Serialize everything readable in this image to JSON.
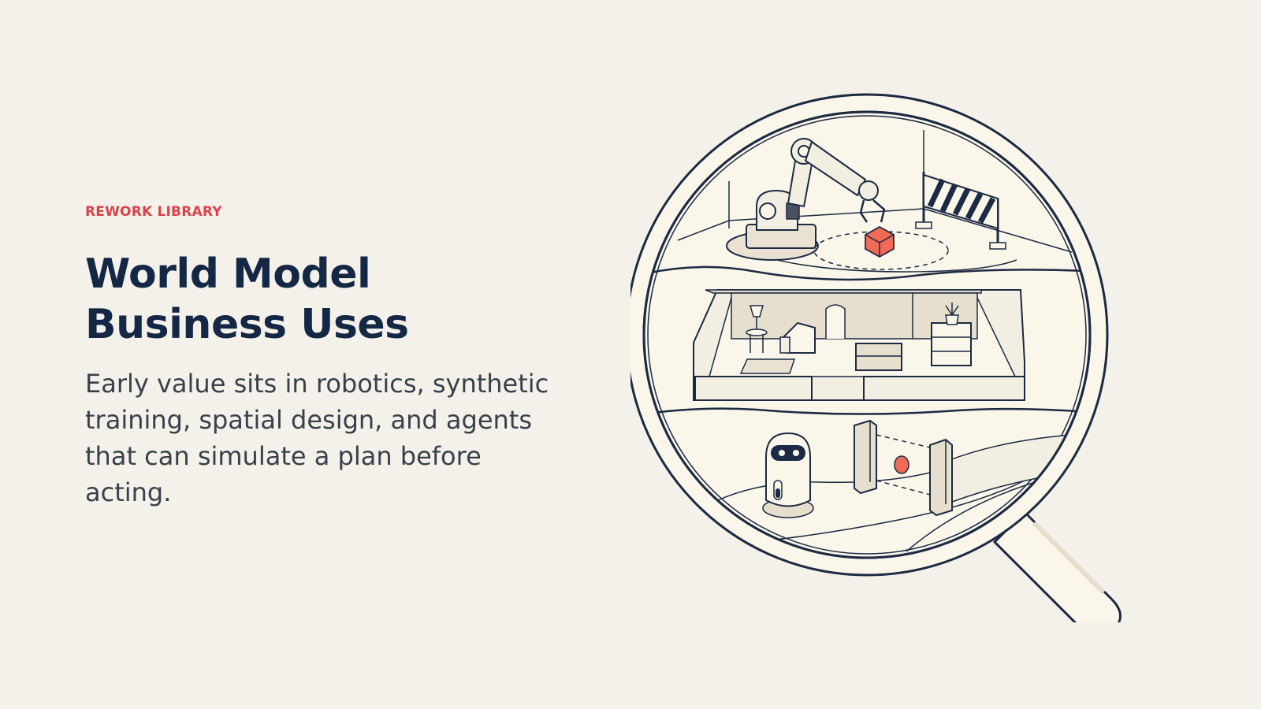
{
  "slide": {
    "eyebrow": "REWORK LIBRARY",
    "title": "World Model Business Uses",
    "subtitle": "Early value sits in robotics, synthetic training, spatial design, and agents that can simulate a plan before acting."
  },
  "illustration": {
    "icon": "magnifying-glass-icon",
    "scenes": [
      "robot-arm-icon",
      "floor-plan-icon",
      "service-robot-icon"
    ]
  },
  "colors": {
    "background": "#f4f1ea",
    "accent": "#d8434a",
    "title": "#142845",
    "body": "#3a3f4b",
    "outline": "#1c2a44",
    "lens_fill": "#faf6ea",
    "highlight": "#f06a55"
  }
}
